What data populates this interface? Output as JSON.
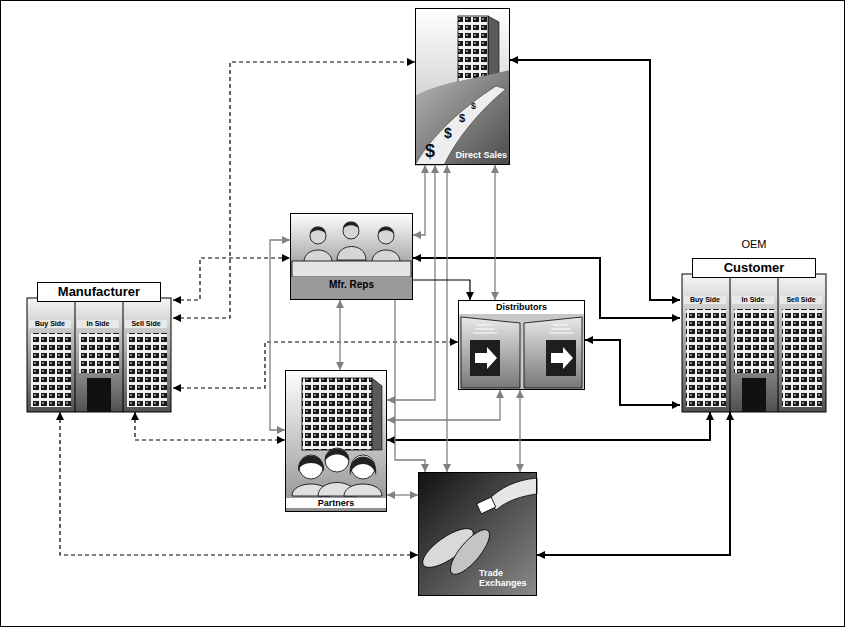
{
  "diagram": {
    "nodes": [
      {
        "text": [
          "Direct Sales"
        ]
      },
      {
        "text": [
          "Manufacturer",
          "Buy Side",
          "In Side",
          "Sell Side"
        ]
      },
      {
        "text": [
          "Mfr. Reps"
        ]
      },
      {
        "text": [
          "Distributors"
        ]
      },
      {
        "text": [
          "OEM",
          "Customer",
          "Buy Side",
          "In Side",
          "Sell Side"
        ]
      },
      {
        "text": [
          "Partners"
        ]
      },
      {
        "text": [
          "Trade Exchanges"
        ]
      }
    ],
    "edges": [
      {
        "from": 1,
        "to": 0,
        "arrow": "both"
      },
      {
        "from": 1,
        "to": 2,
        "arrow": "both"
      },
      {
        "from": 1,
        "to": 3,
        "arrow": "both"
      },
      {
        "from": 1,
        "to": 5,
        "arrow": "both"
      },
      {
        "from": 1,
        "to": 6,
        "arrow": "both"
      },
      {
        "from": 4,
        "to": 0,
        "arrow": "both"
      },
      {
        "from": 4,
        "to": 2,
        "arrow": "both"
      },
      {
        "from": 4,
        "to": 3,
        "arrow": "both"
      },
      {
        "from": 4,
        "to": 5,
        "arrow": "both"
      },
      {
        "from": 4,
        "to": 6,
        "arrow": "both"
      },
      {
        "from": 0,
        "to": 2,
        "arrow": "both"
      },
      {
        "from": 0,
        "to": 5,
        "arrow": "both"
      },
      {
        "from": 0,
        "to": 3,
        "arrow": "both"
      },
      {
        "from": 0,
        "to": 6,
        "arrow": "both"
      },
      {
        "from": 2,
        "to": 5,
        "arrow": "both"
      },
      {
        "from": 2,
        "to": 6,
        "arrow": "to"
      },
      {
        "from": 2,
        "to": 3,
        "arrow": "to"
      },
      {
        "from": 5,
        "to": 3,
        "arrow": "both"
      },
      {
        "from": 5,
        "to": 6,
        "arrow": "both"
      },
      {
        "from": 3,
        "to": 6,
        "arrow": "both"
      },
      {
        "from": 2,
        "to": 5,
        "arrow": "both"
      }
    ],
    "labels": [
      "$",
      "$",
      "$",
      "$"
    ]
  }
}
